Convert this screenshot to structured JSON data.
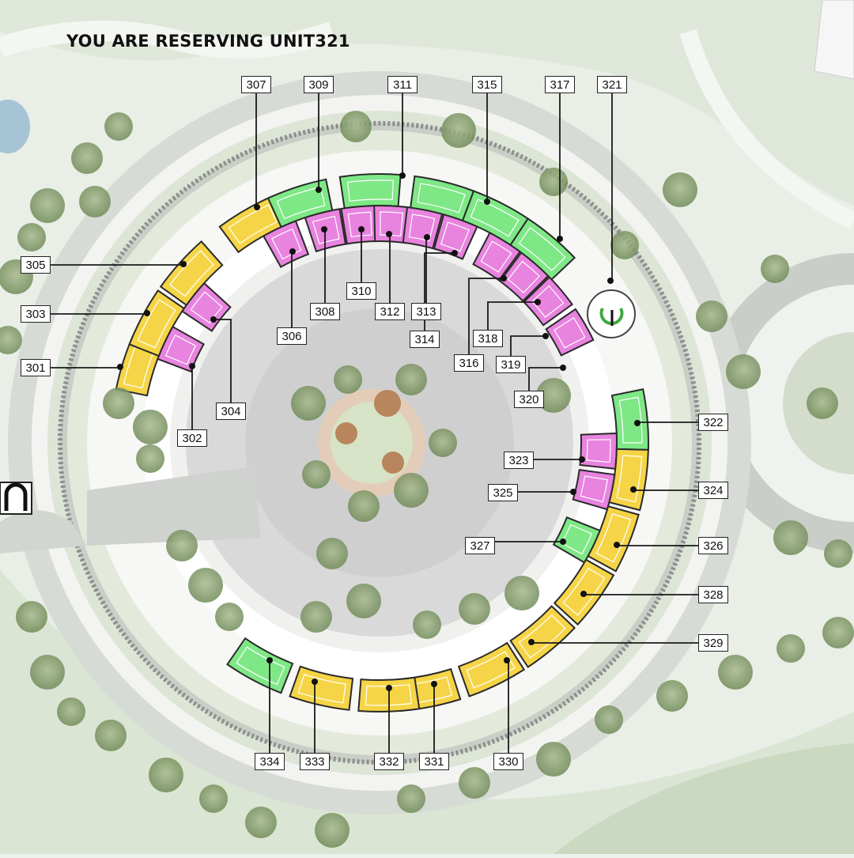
{
  "header": {
    "prefix": "YOU ARE RESERVING UNIT",
    "unit": "321"
  },
  "colors": {
    "type_a": "#f5d547",
    "type_b": "#7ee886",
    "type_c": "#e883df",
    "selected_marker": "#3da942"
  },
  "selected_unit": "321",
  "units": [
    {
      "id": "301",
      "type": "type_a"
    },
    {
      "id": "302",
      "type": "type_c"
    },
    {
      "id": "303",
      "type": "type_a"
    },
    {
      "id": "304",
      "type": "type_c"
    },
    {
      "id": "305",
      "type": "type_a"
    },
    {
      "id": "306",
      "type": "type_c"
    },
    {
      "id": "307",
      "type": "type_a"
    },
    {
      "id": "308",
      "type": "type_c"
    },
    {
      "id": "309",
      "type": "type_b"
    },
    {
      "id": "310",
      "type": "type_c"
    },
    {
      "id": "311",
      "type": "type_b"
    },
    {
      "id": "312",
      "type": "type_c"
    },
    {
      "id": "313",
      "type": "type_c"
    },
    {
      "id": "314",
      "type": "type_c"
    },
    {
      "id": "315",
      "type": "type_b"
    },
    {
      "id": "316",
      "type": "type_c"
    },
    {
      "id": "317",
      "type": "type_b"
    },
    {
      "id": "318",
      "type": "type_c"
    },
    {
      "id": "319",
      "type": "type_c"
    },
    {
      "id": "320",
      "type": "type_c"
    },
    {
      "id": "321",
      "type": "type_b"
    },
    {
      "id": "322",
      "type": "type_b"
    },
    {
      "id": "323",
      "type": "type_c"
    },
    {
      "id": "324",
      "type": "type_a"
    },
    {
      "id": "325",
      "type": "type_c"
    },
    {
      "id": "326",
      "type": "type_a"
    },
    {
      "id": "327",
      "type": "type_b"
    },
    {
      "id": "328",
      "type": "type_a"
    },
    {
      "id": "329",
      "type": "type_a"
    },
    {
      "id": "330",
      "type": "type_a"
    },
    {
      "id": "331",
      "type": "type_a"
    },
    {
      "id": "332",
      "type": "type_a"
    },
    {
      "id": "333",
      "type": "type_a"
    },
    {
      "id": "334",
      "type": "type_b"
    }
  ]
}
